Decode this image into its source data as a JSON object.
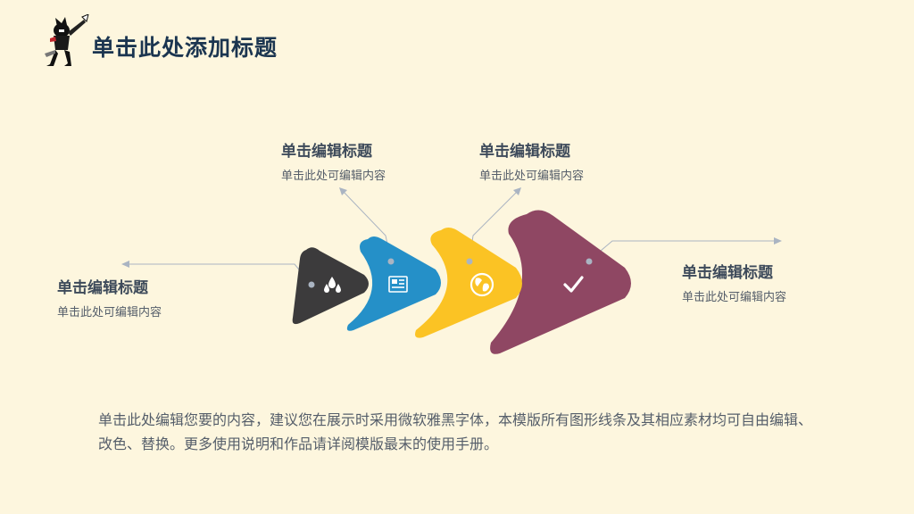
{
  "slide": {
    "title": "单击此处添加标题",
    "steps": [
      {
        "heading": "单击编辑标题",
        "text": "单击此处可编辑内容",
        "color": "#3c3b3c",
        "icon": "water-drops-icon"
      },
      {
        "heading": "单击编辑标题",
        "text": "单击此处可编辑内容",
        "color": "#2590c8",
        "icon": "newspaper-icon"
      },
      {
        "heading": "单击编辑标题",
        "text": "单击此处可编辑内容",
        "color": "#fbc324",
        "icon": "globe-icon"
      },
      {
        "heading": "单击编辑标题",
        "text": "单击此处可编辑内容",
        "color": "#8f4763",
        "icon": "checkmark-icon"
      }
    ],
    "body": "单击此处编辑您要的内容，建议您在展示时采用微软雅黑字体，本模版所有图形线条及其相应素材均可自由编辑、改色、替换。更多使用说明和作品请详阅模版最末的使用手册。"
  }
}
